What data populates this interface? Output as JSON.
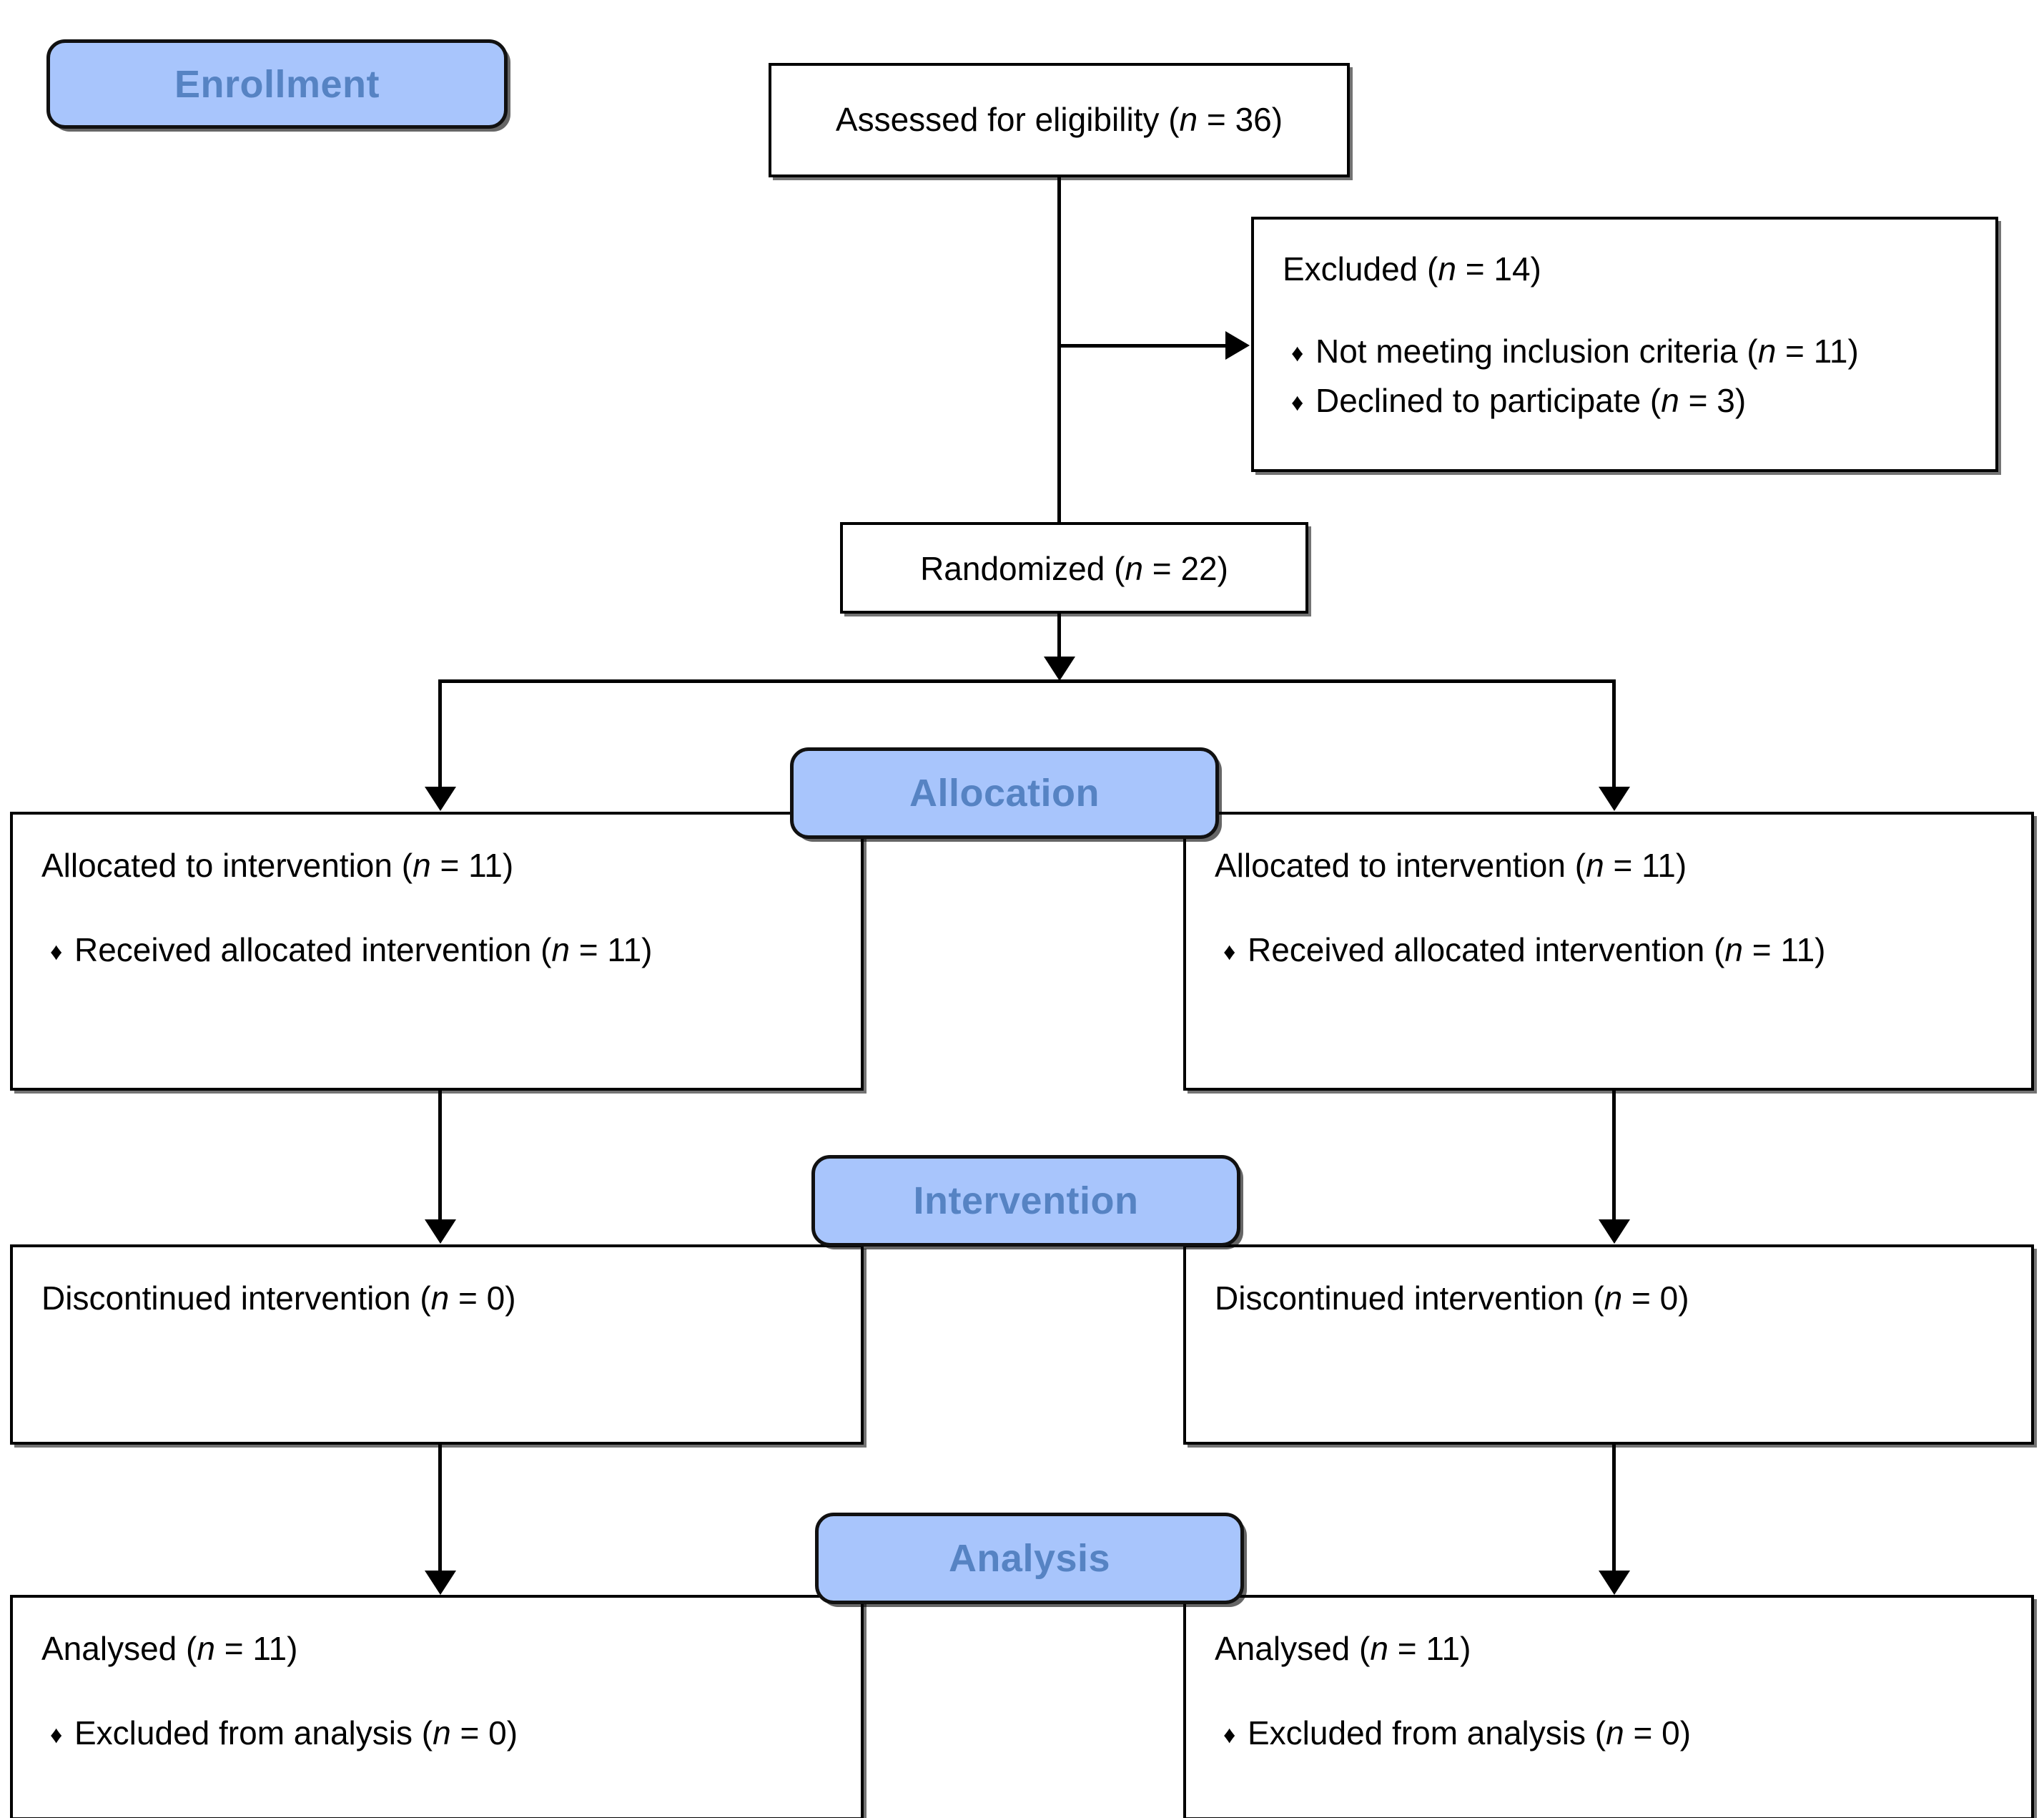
{
  "diagram": {
    "type": "consort-flow-diagram",
    "title": "CONSORT participant flow diagram",
    "accent_color": "#A8C5FC",
    "accent_text_color": "#5683C3",
    "line_color": "#000000",
    "bullet_glyph": "♦"
  },
  "stages": {
    "enrollment": "Enrollment",
    "allocation": "Allocation",
    "intervention": "Intervention",
    "analysis": "Analysis"
  },
  "enrollment": {
    "assessed": {
      "text_before": "Assessed for eligibility (",
      "n_symbol": "n",
      "text_after": " = 36)"
    },
    "excluded": {
      "heading_before": "Excluded (",
      "n_symbol": "n",
      "heading_after": " = 14)",
      "reasons": [
        {
          "label_before": "Not meeting inclusion criteria (",
          "n_symbol": "n",
          "label_after": " = 11)"
        },
        {
          "label_before": "Declined to participate (",
          "n_symbol": "n",
          "label_after": " = 3)"
        }
      ]
    },
    "randomized": {
      "text_before": "Randomized (",
      "n_symbol": "n",
      "text_after": " = 22)"
    }
  },
  "arms": {
    "left": {
      "allocation": {
        "heading_before": "Allocated to intervention (",
        "n_symbol": "n",
        "heading_after": " = 11)",
        "items": [
          {
            "label_before": "Received allocated intervention (",
            "n_symbol": "n",
            "label_after": " = 11)"
          }
        ]
      },
      "intervention": {
        "heading_before": "Discontinued intervention (",
        "n_symbol": "n",
        "heading_after": " = 0)",
        "items": []
      },
      "analysis": {
        "heading_before": "Analysed (",
        "n_symbol": "n",
        "heading_after": " = 11)",
        "items": [
          {
            "label_before": "Excluded from analysis (",
            "n_symbol": "n",
            "label_after": " = 0)"
          }
        ]
      }
    },
    "right": {
      "allocation": {
        "heading_before": "Allocated to intervention (",
        "n_symbol": "n",
        "heading_after": " = 11)",
        "items": [
          {
            "label_before": "Received allocated intervention (",
            "n_symbol": "n",
            "label_after": " = 11)"
          }
        ]
      },
      "intervention": {
        "heading_before": "Discontinued intervention (",
        "n_symbol": "n",
        "heading_after": " = 0)",
        "items": []
      },
      "analysis": {
        "heading_before": "Analysed (",
        "n_symbol": "n",
        "heading_after": " = 11)",
        "items": [
          {
            "label_before": "Excluded from analysis (",
            "n_symbol": "n",
            "label_after": " = 0)"
          }
        ]
      }
    }
  },
  "counts": {
    "assessed_for_eligibility": 36,
    "excluded_total": 14,
    "excluded_not_meeting_inclusion_criteria": 11,
    "excluded_declined_to_participate": 3,
    "randomized": 22,
    "left_allocated": 11,
    "left_received_allocated_intervention": 11,
    "left_discontinued_intervention": 0,
    "left_analysed": 11,
    "left_excluded_from_analysis": 0,
    "right_allocated": 11,
    "right_received_allocated_intervention": 11,
    "right_discontinued_intervention": 0,
    "right_analysed": 11,
    "right_excluded_from_analysis": 0
  }
}
